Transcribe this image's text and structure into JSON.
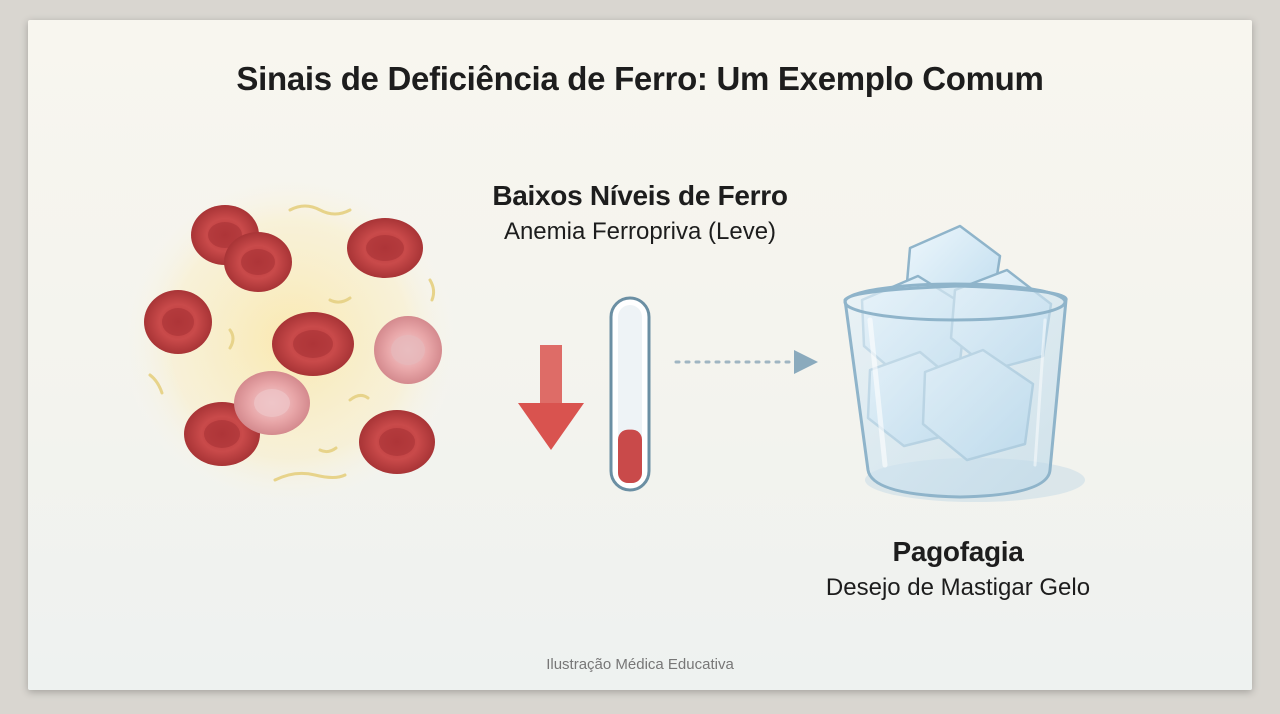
{
  "title": "Sinais de Deficiência de Ferro: Um Exemplo Comum",
  "iron": {
    "title": "Baixos Níveis de Ferro",
    "subtitle": "Anemia Ferropriva (Leve)",
    "level_fraction": 0.3
  },
  "pagophagia": {
    "title": "Pagofagia",
    "subtitle": "Desejo de Mastigar Gelo"
  },
  "footer": "Ilustração Médica Educativa",
  "colors": {
    "red_cell": "#c94a4a",
    "pale_cell": "#e8a6a8",
    "arrow": "#d9534f",
    "ice": "#c9e2f1",
    "glass": "#aacbe0"
  }
}
